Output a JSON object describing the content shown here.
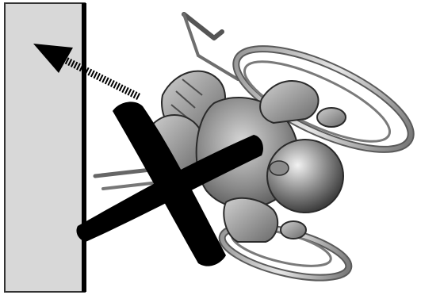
{
  "figure": {
    "colors": {
      "background": "#ffffff",
      "wall_fill": "#d8d8d8",
      "wall_edge": "#000000",
      "outline": "#2a2a2a",
      "frame": "#555555",
      "body_light": "#c4c4c4",
      "body_mid": "#8f8f8f",
      "body_dark": "#5f5f5f",
      "cross": "#000000",
      "arrow": "#000000"
    },
    "icons": {
      "wall": "wall-panel",
      "arrow": "dotted-arrow",
      "person": "wheelchair-user-topdown",
      "prohibition": "x-cross"
    }
  }
}
